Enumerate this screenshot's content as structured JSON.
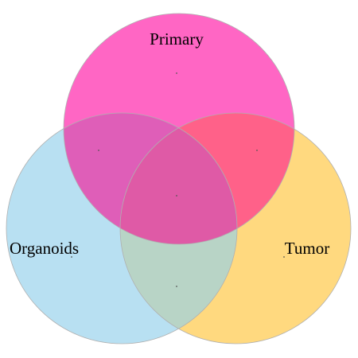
{
  "colors": {
    "primary": "#ff66c4",
    "organoids": "#b8e0f2",
    "tumor": "#ffd97f",
    "outline": "#b0b0b0"
  },
  "sets": [
    {
      "key": "organoids",
      "label": "Organoids"
    },
    {
      "key": "tumor",
      "label": "Tumor"
    },
    {
      "key": "primary",
      "label": "Primary"
    }
  ]
}
